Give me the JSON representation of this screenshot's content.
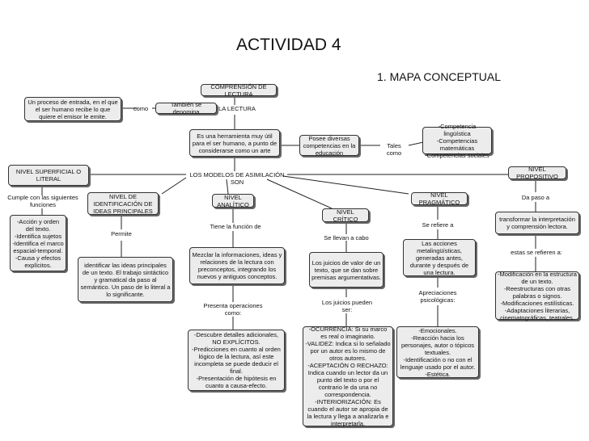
{
  "header": {
    "title": "ACTIVIDAD 4",
    "subtitle": "1. MAPA CONCEPTUAL"
  },
  "nodes": {
    "comprension": "COMPRENSIÓN DE LECTURA",
    "proceso": "Un proceso de entrada, en el que el ser humano recibe lo que quiere el emisor le emite.",
    "tambien": "También se denomina",
    "lectura": "LA LECTURA",
    "herramienta": "Es una herramienta muy útil para el ser humano, a punto de considerarse como un arte",
    "posee": "Posee diversas competencias en la educación",
    "competencias": "-Competencia lingüística\n-Competencias matemáticas\n-Competencias sociales",
    "superficial": "NIVEL SUPERFICIAL O LITERAL",
    "propositivo": "NIVEL PROPOSITIVO",
    "identificacion": "NIVEL DE IDENTIFICACIÓN DE IDEAS PRINCIPALES",
    "analitico": "NIVEL ANALÍTICO",
    "critico": "NIVEL CRÍTICO",
    "pragmatico": "NIVEL PRAGMÁTICO",
    "accion": "-Acción y orden del texto.\n-Identifica sujetos\n-Identifica el marco espacial-temporal.\n-Causa y efectos explícitos.",
    "identificar": "identificar las ideas principales de un texto. El trabajo sintáctico y gramatical da paso al semántico. Un paso de lo literal a lo significante.",
    "mezclar": "Mezclar la informaciones, ideas y relaciones de la lectura con preconceptos, integrando los nuevos y antiguos conceptos.",
    "juicios": "Los juicios de valor de un texto, que se dan sobre premisas argumentativas.",
    "acciones": "Las acciones metalingüísticas, generadas antes, durante y después de una lectura.",
    "transformar": "transformar la interpretación y comprensión lectora.",
    "descubre": "-Descubre detalles adicionales, NO EXPLÍCITOS.\n-Predicciones en cuanto al orden lógico de la lectura, así este incompleta se puede deducir el final.\n-Presentación de hipótesis en cuanto a causa-efecto.",
    "ocurrencia": "-OCURRENCIA: Si su marco es real o imaginario.\n-VALIDEZ: Indica si lo señalado por un autor es lo mismo de otros autores.\n-ACEPTACIÓN O RECHAZO: Indica cuando un lector da un punto del texto o por el contrario le da una no correspondencia.\n-INTERIORIZACIÓN: Es cuando el autor se apropia de la lectura y llega a analizarla e interpretarla.",
    "emocionales": "-Emocionales.\n-Reacción hacia los personajes, autor o tópicos textuales.\n-Identificación o no con el lenguaje usado por el autor.\n-Estética.",
    "modificacion": "-Modificación en la estructura de un texto.\n-Reestructuras con otras palabras o signos.\n-Modificaciones estilísticas.\n-Adaptaciones literarias, cinematográficas, teatrales."
  },
  "connectors": {
    "como": "como",
    "tales_como": "Tales como",
    "modelos": "LOS MODELOS DE ASIMILACIÓN SON",
    "cumple": "Cumple con las siguientes funciones",
    "permite": "Permite",
    "tiene": "Tiene la función de",
    "presenta": "Presenta operaciones como:",
    "llevan": "Se llevan a cabo",
    "pueden": "Los juicios pueden ser:",
    "refiere": "Se refiere a",
    "apreciaciones": "Apreciaciones psicológicas:",
    "da_paso": "Da paso a",
    "estas": "estas se refieren a:"
  }
}
